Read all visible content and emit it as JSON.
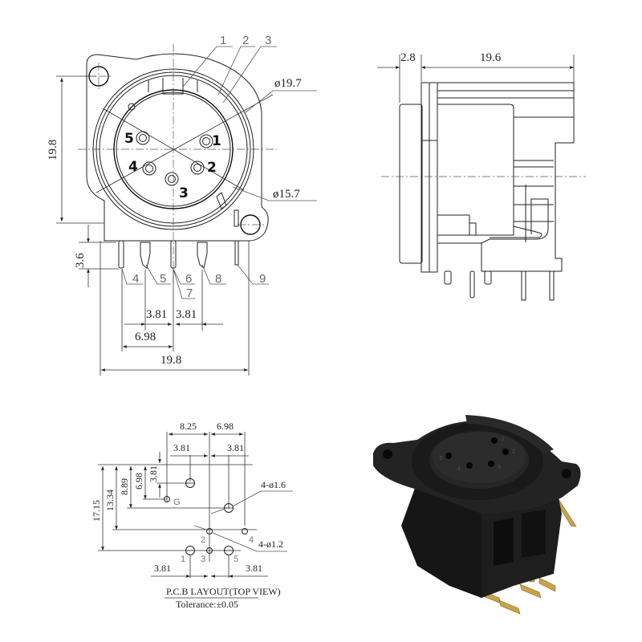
{
  "front_view": {
    "callouts": [
      "1",
      "2",
      "3"
    ],
    "diameters": {
      "outer": "ø19.7",
      "inner": "ø15.7"
    },
    "height_dim": "19.8",
    "pin_labels": [
      "1",
      "2",
      "3",
      "4",
      "5"
    ],
    "pin_height_dim": "3.6",
    "bottom_callouts": [
      "4",
      "5",
      "6",
      "7",
      "8",
      "9"
    ],
    "pitch_left": "3.81",
    "pitch_right": "3.81",
    "offset_dim": "6.98",
    "width_dim": "19.8"
  },
  "side_view": {
    "flange_dim": "2.8",
    "depth_dim": "19.6"
  },
  "pcb_layout": {
    "top_dims": {
      "a": "8.25",
      "b": "6.98",
      "c": "3.81",
      "d": "3.81"
    },
    "vertical_dims": [
      "17.15",
      "13.34",
      "8.89",
      "6.98",
      "3.81"
    ],
    "hole_large": "4-ø1.6",
    "hole_small": "4-ø1.2",
    "hole_labels": {
      "g": "G",
      "p1": "1",
      "p2": "2",
      "p3": "3",
      "p4": "4",
      "p5": "5"
    },
    "bottom_left": "3.81",
    "bottom_right": "3.81",
    "title": "P.C.B LAYOUT(TOP VIEW)",
    "tolerance": "Tolerance:±0.05"
  },
  "product_photo": {
    "alt": "Black 5-pin female XLR panel-mount connector with gold PCB pins",
    "body_color": "#1c1c1c",
    "pin_color": "#c9a24a"
  }
}
